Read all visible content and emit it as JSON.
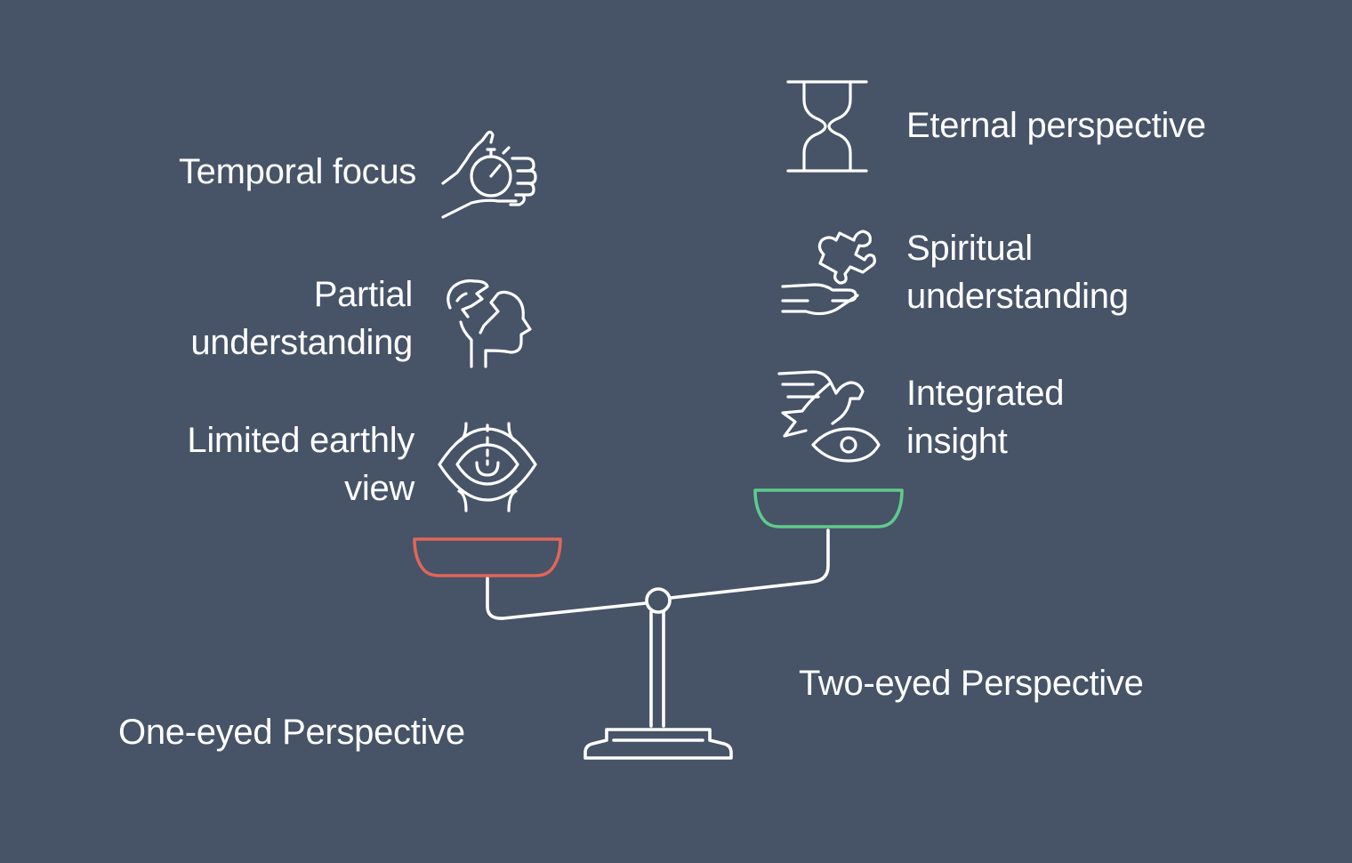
{
  "left": {
    "title": "One-eyed Perspective",
    "accent_color": "#E0665A",
    "items": [
      {
        "label": "Temporal focus",
        "icon": "hand-stopwatch-icon"
      },
      {
        "label": "Partial understanding",
        "icon": "broken-head-icon"
      },
      {
        "label": "Limited earthly view",
        "icon": "eye-icon"
      }
    ]
  },
  "right": {
    "title": "Two-eyed Perspective",
    "accent_color": "#5FCB8B",
    "items": [
      {
        "label": "Eternal perspective",
        "icon": "hourglass-icon"
      },
      {
        "label": "Spiritual understanding",
        "icon": "hand-puzzle-icon"
      },
      {
        "label": "Integrated insight",
        "icon": "dove-eye-icon"
      }
    ]
  },
  "background_color": "#475367",
  "center_icon": "balance-scale-icon"
}
